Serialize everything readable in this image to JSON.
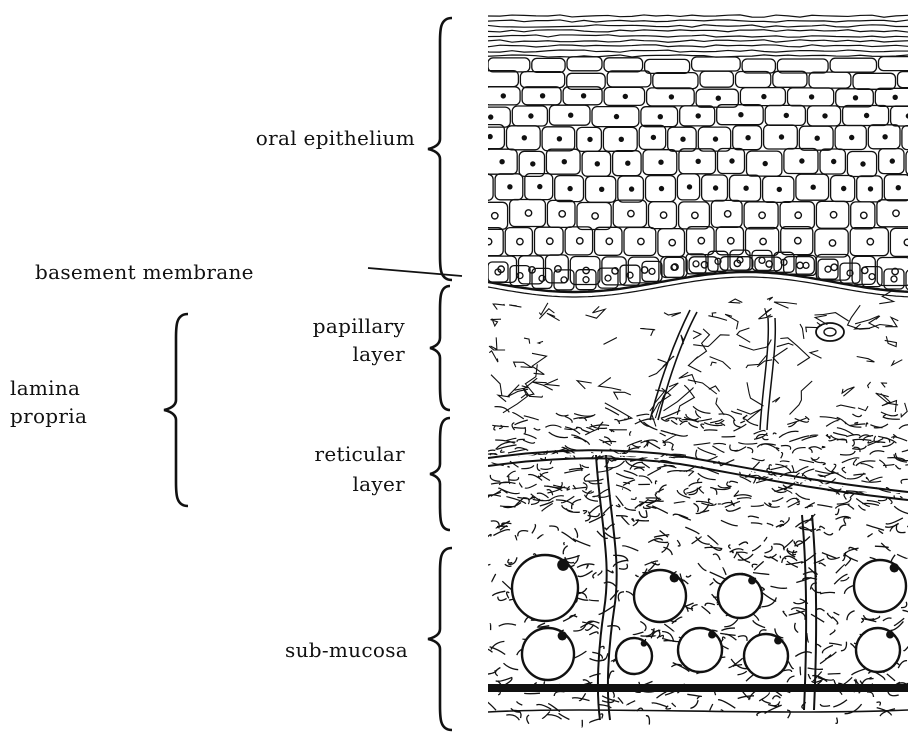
{
  "labels": {
    "oral_epithelium": "oral epithelium",
    "basement_membrane": "basement membrane",
    "papillary_layer_line1": "papillary",
    "papillary_layer_line2": "layer",
    "lamina_propria_line1": "lamina",
    "lamina_propria_line2": "propria",
    "reticular_layer_line1": "reticular",
    "reticular_layer_line2": "layer",
    "sub_mucosa": "sub-mucosa"
  },
  "colors": {
    "ink": "#111111",
    "background": "#ffffff"
  }
}
